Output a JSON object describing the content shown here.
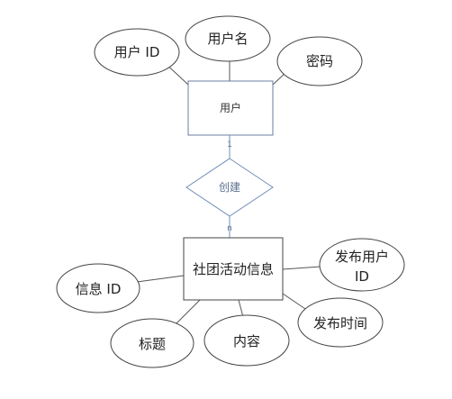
{
  "entities": {
    "user": {
      "label": "用户"
    },
    "activity": {
      "label": "社团活动信息"
    }
  },
  "relationship": {
    "label": "创建"
  },
  "cardinality": {
    "user_side": "1",
    "activity_side": "n"
  },
  "user_attributes": {
    "id": "用户 ID",
    "name": "用户名",
    "password": "密码"
  },
  "activity_attributes": {
    "id": "信息 ID",
    "publisher_line1": "发布用户",
    "publisher_line2": "ID",
    "title": "标题",
    "content": "内容",
    "publish_time": "发布时间"
  }
}
